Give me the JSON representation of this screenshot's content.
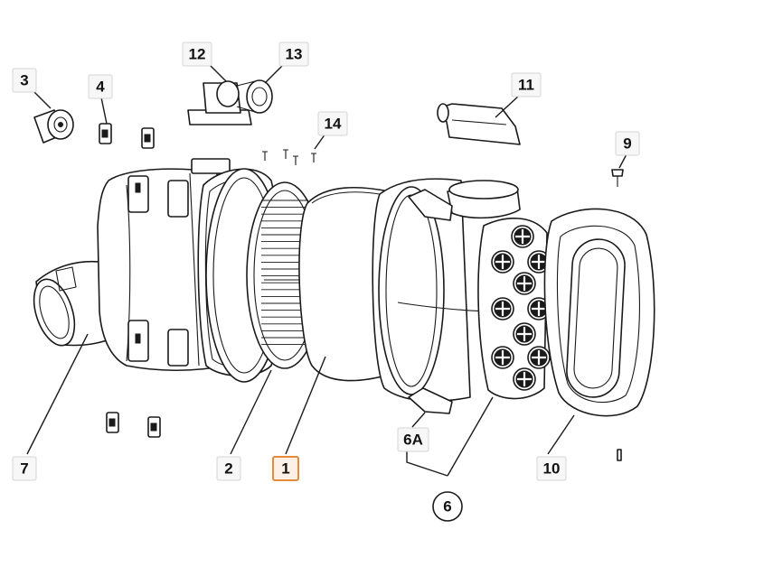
{
  "diagram": {
    "callouts": [
      {
        "id": "3",
        "text": "3"
      },
      {
        "id": "4",
        "text": "4"
      },
      {
        "id": "12",
        "text": "12"
      },
      {
        "id": "13",
        "text": "13"
      },
      {
        "id": "14",
        "text": "14"
      },
      {
        "id": "11",
        "text": "11"
      },
      {
        "id": "9",
        "text": "9"
      },
      {
        "id": "7",
        "text": "7"
      },
      {
        "id": "2",
        "text": "2"
      },
      {
        "id": "1",
        "text": "1",
        "highlighted": true
      },
      {
        "id": "6A",
        "text": "6A"
      },
      {
        "id": "6",
        "text": "6"
      },
      {
        "id": "10",
        "text": "10"
      }
    ],
    "highlight_color": "#e68a3c"
  }
}
